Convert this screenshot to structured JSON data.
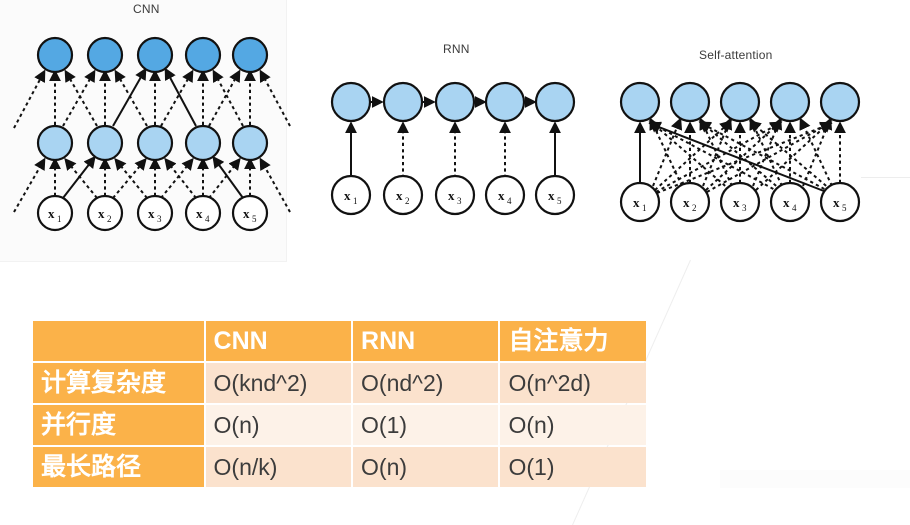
{
  "slide": {
    "diagrams": [
      {
        "id": "cnn",
        "title": "CNN",
        "layers": [
          "inputs",
          "hidden",
          "output"
        ],
        "input_labels": [
          "x",
          "x",
          "x",
          "x",
          "x"
        ],
        "input_subscripts": [
          "1",
          "2",
          "3",
          "4",
          "5"
        ]
      },
      {
        "id": "rnn",
        "title": "RNN",
        "layers": [
          "inputs",
          "recurrent"
        ],
        "input_labels": [
          "x",
          "x",
          "x",
          "x",
          "x"
        ],
        "input_subscripts": [
          "1",
          "2",
          "3",
          "4",
          "5"
        ]
      },
      {
        "id": "self-attention",
        "title": "Self-attention",
        "layers": [
          "inputs",
          "attention"
        ],
        "input_labels": [
          "x",
          "x",
          "x",
          "x",
          "x"
        ],
        "input_subscripts": [
          "1",
          "2",
          "3",
          "4",
          "5"
        ]
      }
    ],
    "colors": {
      "node_dark_blue": "#54a8e3",
      "node_light_blue": "#a9d4f2",
      "node_white": "#ffffff",
      "edge": "#111111",
      "table_header_orange": "#fbb249",
      "table_cell_peach": "#fbe2cd",
      "table_cell_light": "#fdf2e8",
      "table_text": "#3c3c3c"
    }
  },
  "table": {
    "corner_label": "",
    "columns": [
      "CNN",
      "RNN",
      "自注意力"
    ],
    "rows": [
      {
        "label": "计算复杂度",
        "cells": [
          "O(knd^2)",
          "O(nd^2)",
          "O(n^2d)"
        ]
      },
      {
        "label": "并行度",
        "cells": [
          "O(n)",
          "O(1)",
          "O(n)"
        ]
      },
      {
        "label": "最长路径",
        "cells": [
          "O(n/k)",
          "O(n)",
          "O(1)"
        ]
      }
    ]
  }
}
